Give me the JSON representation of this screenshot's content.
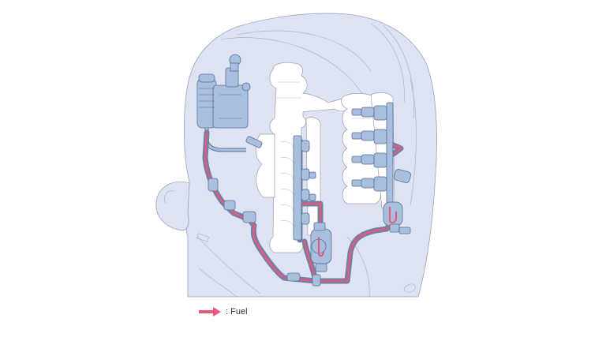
{
  "diagram": {
    "subject": "Outboard motor fuel system",
    "colors": {
      "background": "#ffffff",
      "cowling_fill": "#dde3f3",
      "cowling_stroke": "#9aa3b8",
      "engine_fill": "#ffffff",
      "engine_stroke": "#9aa0ad",
      "component_fill": "#a9bfe0",
      "component_stroke": "#5a6f93",
      "fuel_color": "#e8587a"
    },
    "components": [
      {
        "id": "fuel-filter-pump-assembly",
        "label": "Fuel filter / low-pressure pump"
      },
      {
        "id": "vapor-separator",
        "label": "Vapor separator / high-pressure pump"
      },
      {
        "id": "fuel-rail-port",
        "label": "Port fuel rail with injectors"
      },
      {
        "id": "fuel-rail-starboard",
        "label": "Starboard fuel rail with injectors"
      },
      {
        "id": "fuel-pressure-regulator",
        "label": "Fuel pressure regulator"
      }
    ]
  },
  "legend": {
    "items": [
      {
        "icon": "fuel-arrow-icon",
        "color": "#e8587a",
        "label": ": Fuel"
      }
    ]
  }
}
